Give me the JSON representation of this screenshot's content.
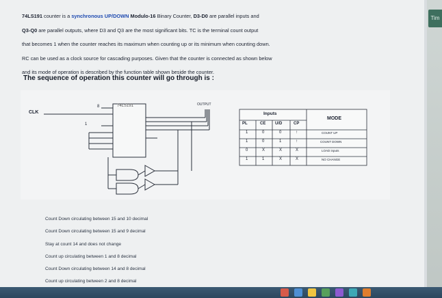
{
  "side_tab": {
    "label": "Tim"
  },
  "question": {
    "line1_part": "74LS191",
    "line1_mid": " counter is a ",
    "line1_type": "synchronous UP/DOWN",
    "line1_bold": " Modulo-16",
    "line1_mid2": " Binary Counter, ",
    "line1_bold2": "D3-D0",
    "line1_end": " are parallel inputs and",
    "line2_bold": "Q3-Q0",
    "line2_rest": " are parallel outputs, where D3 and Q3 are the most significant bits. TC is the terminal count output",
    "line3": "that becomes 1 when the counter reaches its maximum when counting up or its minimum when counting down.",
    "line4": "RC can be used as a clock source for cascading purposes. Given that the counter is connected as shown below",
    "line5": "and its mode of operation is described by the function table shown beside the counter."
  },
  "prompt": "The sequence of operation this counter will go through is :",
  "diagram": {
    "clk_label": "CLK",
    "chip_label": "74LS191",
    "output_label": "OUTPUT",
    "input_eight": "8",
    "input_one": "1"
  },
  "table": {
    "header_inputs": "Inputs",
    "header_mode": "MODE",
    "cols": [
      "PL",
      "CE",
      "U/D",
      "CP"
    ],
    "rows": [
      {
        "cells": [
          "1",
          "0",
          "0",
          "↑"
        ],
        "mode": "COUNT UP"
      },
      {
        "cells": [
          "1",
          "0",
          "1",
          "↑"
        ],
        "mode": "COUNT DOWN"
      },
      {
        "cells": [
          "0",
          "X",
          "X",
          "X"
        ],
        "mode": "LOAD inputs"
      },
      {
        "cells": [
          "1",
          "1",
          "X",
          "X"
        ],
        "mode": "NO CHANGE"
      }
    ]
  },
  "options": [
    "Count Down circulating between 15 and 10 decimal",
    "Count Down circulating between 15 and 9 decimal",
    "Stay at count 14 and does not change",
    "Count up circulating between 1 and 8 decimal",
    "Count Down circulating between 14 and 8 decimal",
    "Count up circulating between 2 and 8 decimal"
  ],
  "colors": {
    "accent_blue": "#1e4ab0",
    "taskbar": "#2c475e",
    "radio_green": "#6e8d3f"
  }
}
